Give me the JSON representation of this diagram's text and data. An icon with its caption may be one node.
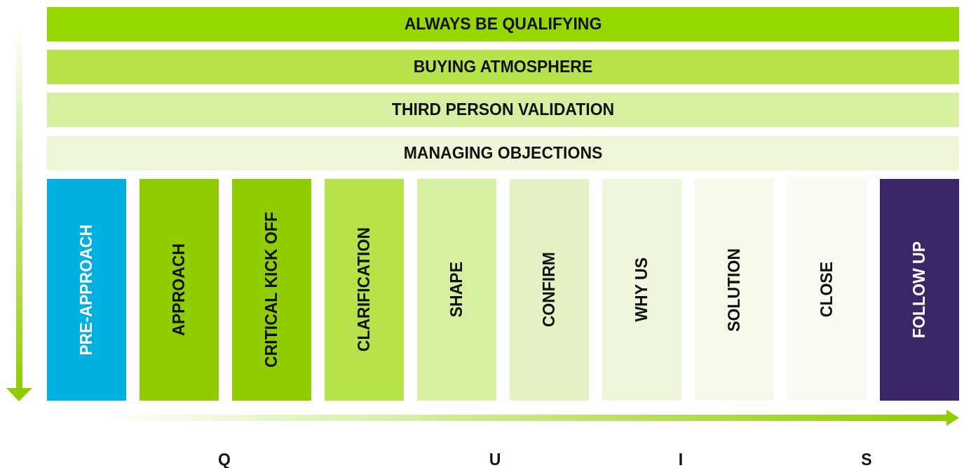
{
  "diagram": {
    "nodes": [
      {
        "text": [
          "ALWAYS BE QUALIFYING"
        ]
      },
      {
        "text": [
          "BUYING ATMOSPHERE"
        ]
      },
      {
        "text": [
          "THIRD PERSON VALIDATION"
        ]
      },
      {
        "text": [
          "MANAGING OBJECTIONS"
        ]
      },
      {
        "text": [
          "PRE-APPROACH"
        ]
      },
      {
        "text": [
          "APPROACH"
        ]
      },
      {
        "text": [
          "CRITICAL KICK OFF"
        ]
      },
      {
        "text": [
          "CLARIFICATION"
        ]
      },
      {
        "text": [
          "SHAPE"
        ]
      },
      {
        "text": [
          "CONFIRM"
        ]
      },
      {
        "text": [
          "WHY US"
        ]
      },
      {
        "text": [
          "SOLUTION"
        ]
      },
      {
        "text": [
          "CLOSE"
        ]
      },
      {
        "text": [
          "FOLLOW UP"
        ]
      }
    ],
    "labels": [
      "Q",
      "U",
      "I",
      "S"
    ]
  }
}
